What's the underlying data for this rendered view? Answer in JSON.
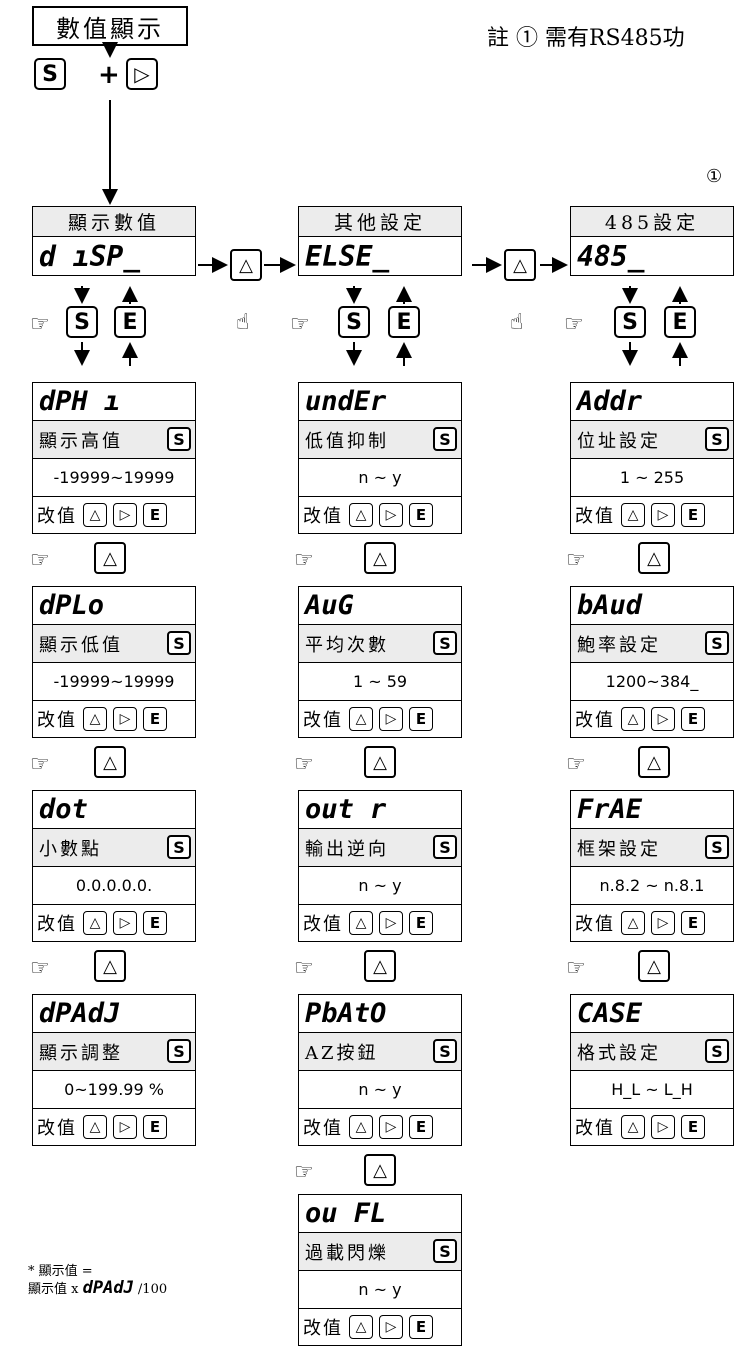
{
  "title": "數值顯示",
  "note": "註 ① 需有RS485功",
  "circle_marker": "①",
  "entry": {
    "s_key": "S",
    "plus": "+",
    "right_key": "▷"
  },
  "hand_symbol": "☞",
  "pointer_symbol": "☝",
  "up_symbol": "△",
  "right_symbol": "▷",
  "s_label": "S",
  "e_label": "E",
  "edit_label": "改值",
  "columns": [
    {
      "header": "顯示數值",
      "code": "d ıSP_",
      "items": [
        {
          "code": "dPH ı",
          "label": "顯示高值",
          "range": "-19999~19999"
        },
        {
          "code": "dPLo",
          "label": "顯示低值",
          "range": "-19999~19999"
        },
        {
          "code": "dot",
          "label": "小數點",
          "range": "0.0.0.0.0."
        },
        {
          "code": "dPAdJ",
          "label": "顯示調整",
          "range": "0~199.99 %"
        }
      ]
    },
    {
      "header": "其他設定",
      "code": "ELSE_",
      "items": [
        {
          "code": "undEr",
          "label": "低值抑制",
          "range": "n ~ y"
        },
        {
          "code": "AuG",
          "label": "平均次數",
          "range": "1 ~ 59"
        },
        {
          "code": "out r",
          "label": "輸出逆向",
          "range": "n ~ y"
        },
        {
          "code": "PbAtO",
          "label": "AZ按鈕",
          "range": "n ~ y"
        },
        {
          "code": "ou FL",
          "label": "過載閃爍",
          "range": "n ~ y"
        }
      ]
    },
    {
      "header": "485設定",
      "code": "485_",
      "items": [
        {
          "code": "Addr",
          "label": "位址設定",
          "range": "1 ~ 255"
        },
        {
          "code": "bAud",
          "label": "鮑率設定",
          "range": "1200~384_"
        },
        {
          "code": "FrAE",
          "label": "框架設定",
          "range": "n.8.2 ~ n.8.1"
        },
        {
          "code": "CASE",
          "label": "格式設定",
          "range": "H_L ~ L_H"
        }
      ]
    }
  ],
  "footnote": {
    "line1": "* 顯示值 =",
    "line2_prefix": "顯示值 x",
    "line2_code": "dPAdJ",
    "line2_suffix": " /100"
  }
}
